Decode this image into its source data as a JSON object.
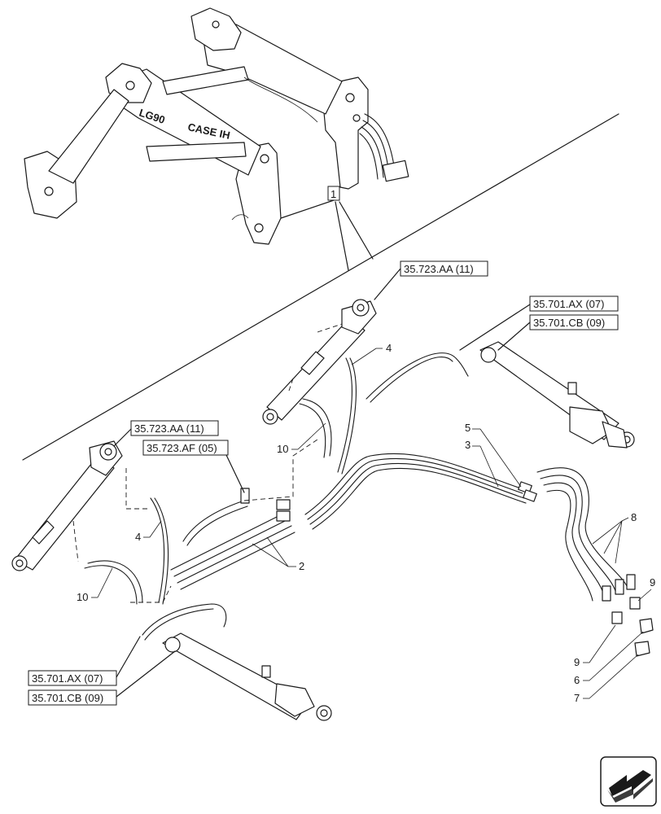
{
  "diagram": {
    "loader_model_text": "LG90",
    "loader_brand_text": "CASE IH",
    "assembly_callout": "1",
    "references": {
      "bucket_cyl_right": "35.723.AA (11)",
      "lift_cyl_right_a": "35.701.AX (07)",
      "lift_cyl_right_b": "35.701.CB (09)",
      "bucket_cyl_left": "35.723.AA (11)",
      "valve_left": "35.723.AF (05)",
      "lift_cyl_left_a": "35.701.AX (07)",
      "lift_cyl_left_b": "35.701.CB (09)"
    },
    "item_numbers": {
      "hose_4_right": "4",
      "hose_10_right": "10",
      "tube_5": "5",
      "tube_3": "3",
      "hoses_8": "8",
      "fitting_9_top": "9",
      "hose_4_left": "4",
      "tubes_2": "2",
      "hose_10_left": "10",
      "fitting_9_bottom": "9",
      "cap_6": "6",
      "cap_7": "7"
    },
    "nav_icon": "next-page-arrow-icon"
  }
}
